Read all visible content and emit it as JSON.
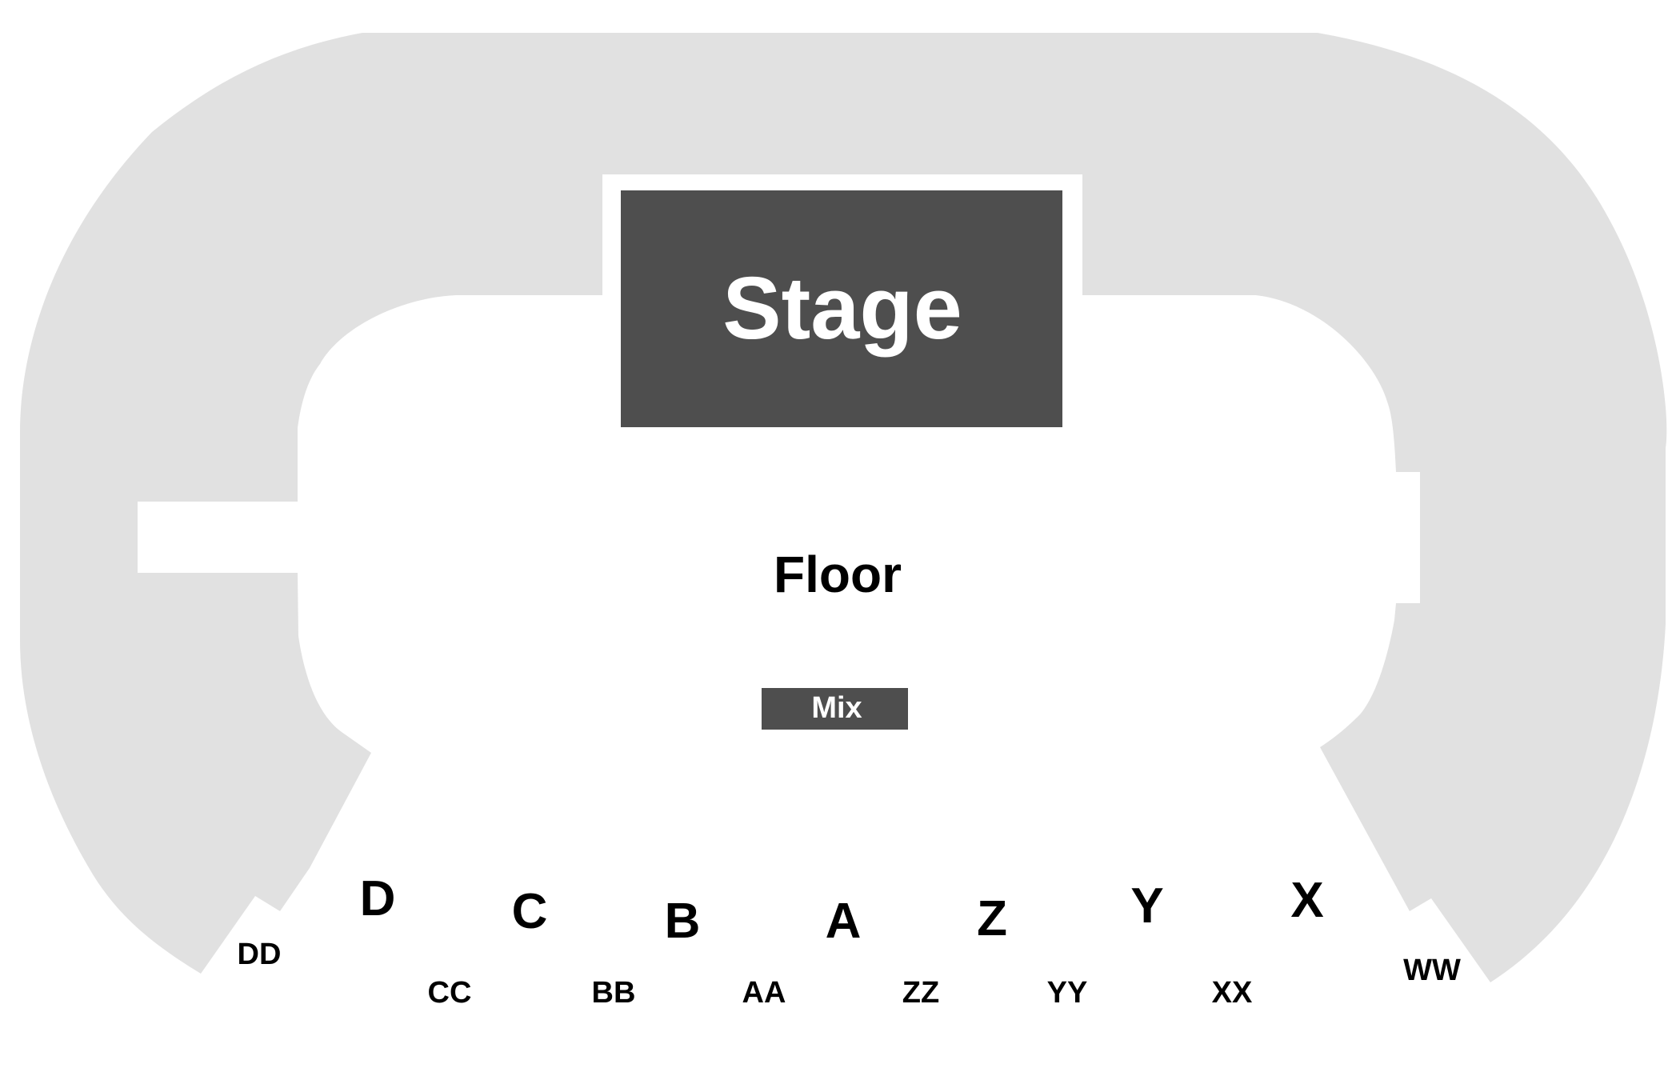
{
  "colors": {
    "background": "#ffffff",
    "seating_area": "#e1e1e1",
    "stage_fill": "#4e4e4e",
    "label_dark": "#000000",
    "label_light": "#ffffff"
  },
  "stage": {
    "label": "Stage"
  },
  "floor": {
    "label": "Floor"
  },
  "mix": {
    "label": "Mix"
  },
  "sections": {
    "upper_row": [
      "D",
      "C",
      "B",
      "A",
      "Z",
      "Y",
      "X"
    ],
    "lower_row": [
      "DD",
      "CC",
      "BB",
      "AA",
      "ZZ",
      "YY",
      "XX",
      "WW"
    ]
  }
}
